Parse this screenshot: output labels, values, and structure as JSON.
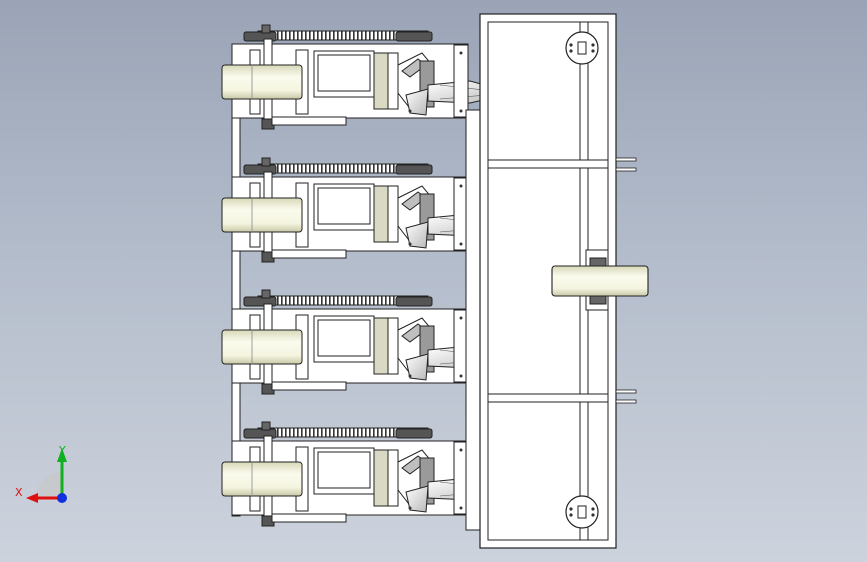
{
  "view": {
    "background_top": "#9aa4b6",
    "background_bottom": "#cdd3dd"
  },
  "triad": {
    "x_label": "X",
    "y_label": "Y",
    "x_color": "#e01010",
    "y_color": "#10b020",
    "z_color": "#1030e0"
  },
  "model": {
    "row_units": 4,
    "line_color": "#222222",
    "fill_color": "#ffffff",
    "wheel_fill": "#f0f0d8",
    "shade_fill": "#c8c8a8"
  }
}
